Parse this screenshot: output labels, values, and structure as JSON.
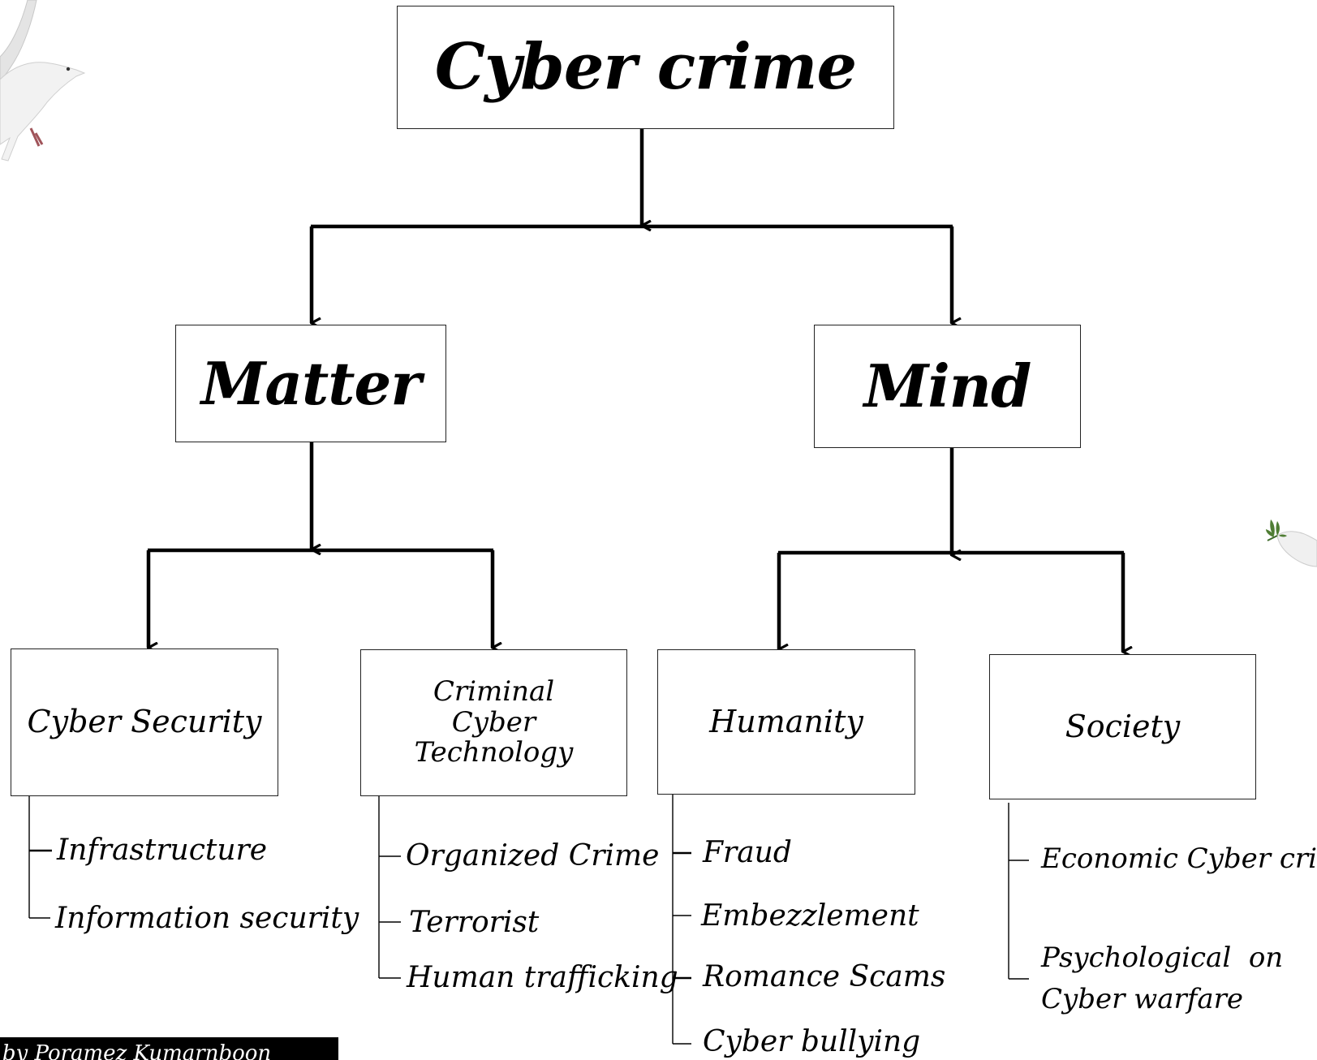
{
  "diagram": {
    "root": {
      "label": "Cyber crime"
    },
    "level2": [
      {
        "label": "Matter"
      },
      {
        "label": "Mind"
      }
    ],
    "level3": [
      {
        "label": "Cyber Security",
        "items": [
          "Infrastructure",
          "Information security"
        ]
      },
      {
        "label_lines": [
          "Criminal",
          "Cyber",
          "Technology"
        ],
        "items": [
          "Organized Crime",
          "Terrorist",
          "Human trafficking"
        ]
      },
      {
        "label": "Humanity",
        "items": [
          "Fraud",
          "Embezzlement",
          "Romance Scams",
          "Cyber bullying"
        ]
      },
      {
        "label": "Society",
        "items": [
          "Economic Cyber crime",
          "Psychological  on",
          "Cyber warfare"
        ]
      }
    ]
  },
  "credit": "d by Poramez Kumarnboon",
  "decorations": [
    "dove-icon",
    "dove-with-olive-branch-icon"
  ]
}
